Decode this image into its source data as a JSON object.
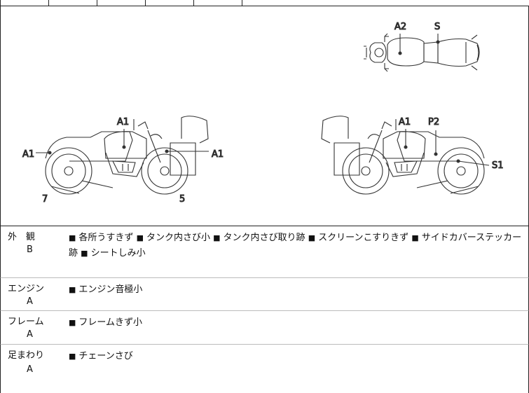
{
  "diagram_labels": {
    "top_view": [
      "A2",
      "S"
    ],
    "left_view": [
      "A1",
      "A1",
      "A1",
      "7",
      "5"
    ],
    "right_view": [
      "A1",
      "P2",
      "S1"
    ]
  },
  "sections": [
    {
      "name": "外　観",
      "grade": "B",
      "items": [
        "各所うすきず",
        "タンク内さび小",
        "タンク内さび取り跡",
        "スクリーンこすりきず",
        "サイドカバーステッカー跡",
        "シートしみ小"
      ]
    },
    {
      "name": "エンジン",
      "grade": "A",
      "items": [
        "エンジン音極小"
      ]
    },
    {
      "name": "フレーム",
      "grade": "A",
      "items": [
        "フレームきず小"
      ]
    },
    {
      "name": "足まわり",
      "grade": "A",
      "items": [
        "チェーンさび"
      ]
    }
  ],
  "bullet_glyph": "■"
}
